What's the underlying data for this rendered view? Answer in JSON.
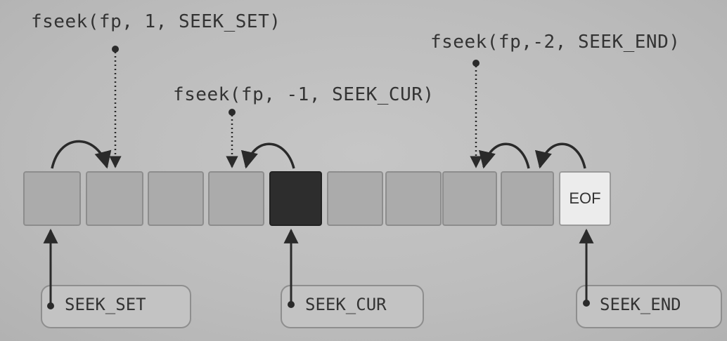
{
  "calls": {
    "seek_set": "fseek(fp, 1, SEEK_SET)",
    "seek_cur": "fseek(fp, -1, SEEK_CUR)",
    "seek_end": "fseek(fp,-2, SEEK_END)"
  },
  "file": {
    "cell_count": 10,
    "current_index": 4,
    "eof_label": "EOF"
  },
  "origins": {
    "seek_set": "SEEK_SET",
    "seek_cur": "SEEK_CUR",
    "seek_end": "SEEK_END"
  },
  "colors": {
    "byte_cell": "#ababab",
    "current_cell": "#2d2d2d",
    "eof_cell": "#ececec",
    "arrow": "#2a2a2a"
  }
}
